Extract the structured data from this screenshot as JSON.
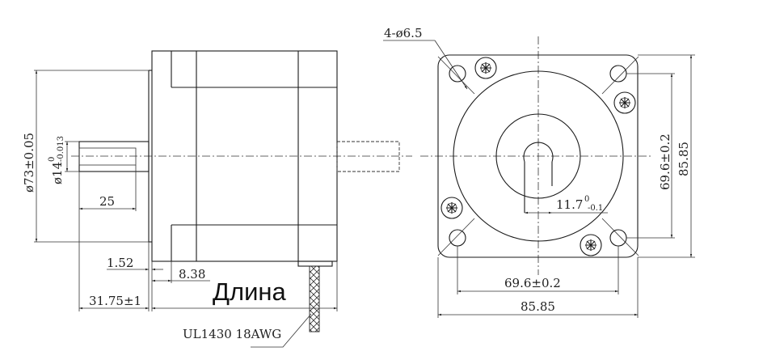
{
  "side_view": {
    "flange_diameter": "ø73±0.05",
    "shaft_diameter": "ø14",
    "shaft_tol_upper": "0",
    "shaft_tol_lower": "-0.013",
    "shaft_length": "25",
    "flange_thickness": "1.52",
    "pilot_depth": "8.38",
    "length_label": "Длина",
    "shaft_extension": "31.75±1",
    "wire_label": "UL1430 18AWG"
  },
  "front_view": {
    "hole_callout": "4-ø6.5",
    "flat_width": "11.7",
    "flat_tol_upper": "0",
    "flat_tol_lower": "-0.1",
    "hole_spacing_vertical": "69.6±0.2",
    "body_size_vertical": "85.85",
    "hole_spacing_horizontal": "69.6±0.2",
    "body_size_horizontal": "85.85"
  }
}
